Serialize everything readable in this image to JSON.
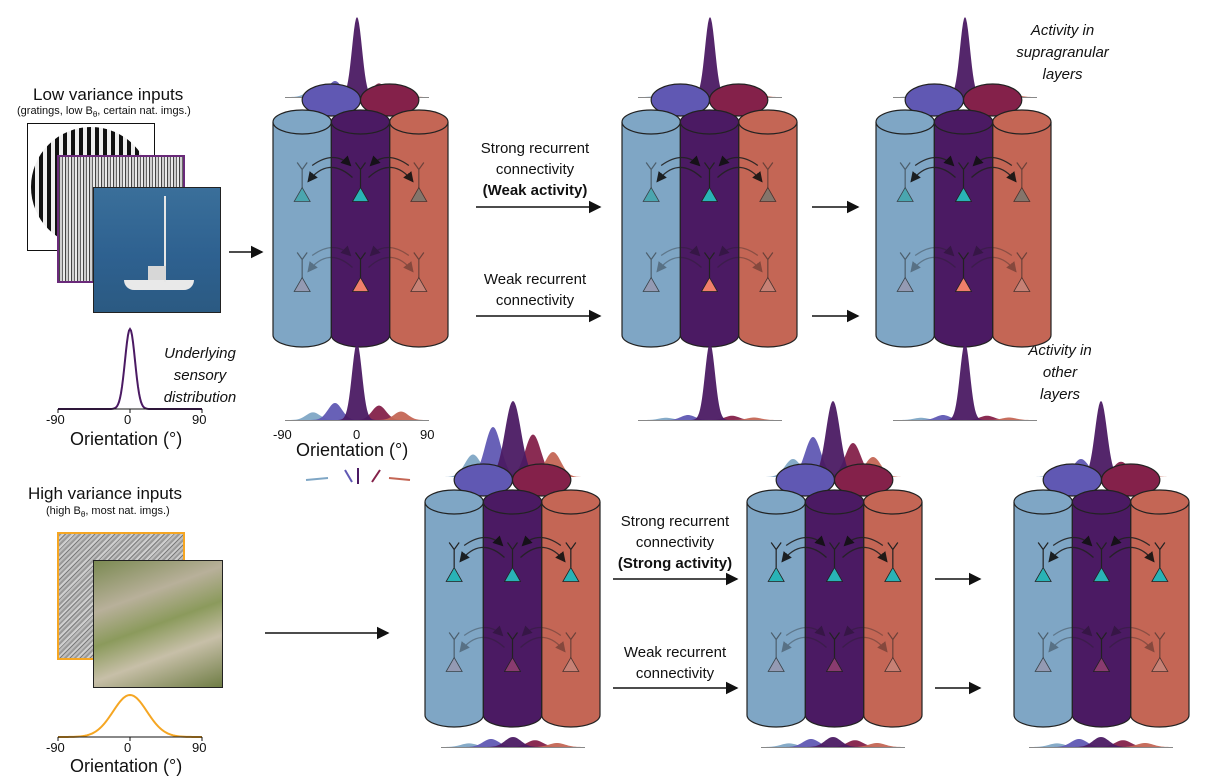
{
  "colors": {
    "left": "#7fa6c5",
    "center": "#4b1a63",
    "right": "#c46655",
    "top_left_cap": "#6058b3",
    "top_right_cap": "#84214a",
    "cyan": "#29b3b6",
    "salmon": "#f07f6a",
    "orange": "#f5a623",
    "peak_purple": "#4b1a63"
  },
  "top_section": {
    "title": "Low variance inputs",
    "subtitle": "(gratings, low B",
    "subtitle_sub": "θ",
    "subtitle_rest": ", certain nat. imgs.)",
    "distribution_label_lines": [
      "Underlying",
      "sensory",
      "distribution"
    ],
    "axis_ticks": [
      "-90",
      "0",
      "90"
    ],
    "axis_label": "Orientation (°)"
  },
  "middle_axis": {
    "ticks": [
      "-90",
      "0",
      "90"
    ],
    "label": "Orientation (°)"
  },
  "bottom_section": {
    "title": "High variance inputs",
    "subtitle": "(high B",
    "subtitle_sub": "θ",
    "subtitle_rest": ", most nat. imgs.)",
    "axis_ticks": [
      "-90",
      "0",
      "90"
    ],
    "axis_label": "Orientation (°)"
  },
  "arrow_labels": {
    "top_strong": [
      "Strong recurrent",
      "connectivity",
      "(Weak activity)"
    ],
    "top_weak": [
      "Weak recurrent",
      "connectivity"
    ],
    "bottom_strong": [
      "Strong recurrent",
      "connectivity",
      "(Strong activity)"
    ],
    "bottom_weak": [
      "Weak recurrent",
      "connectivity"
    ]
  },
  "layer_labels": {
    "supra": [
      "Activity in",
      "supragranular",
      "layers"
    ],
    "other": [
      "Activity in",
      "other",
      "layers"
    ]
  }
}
